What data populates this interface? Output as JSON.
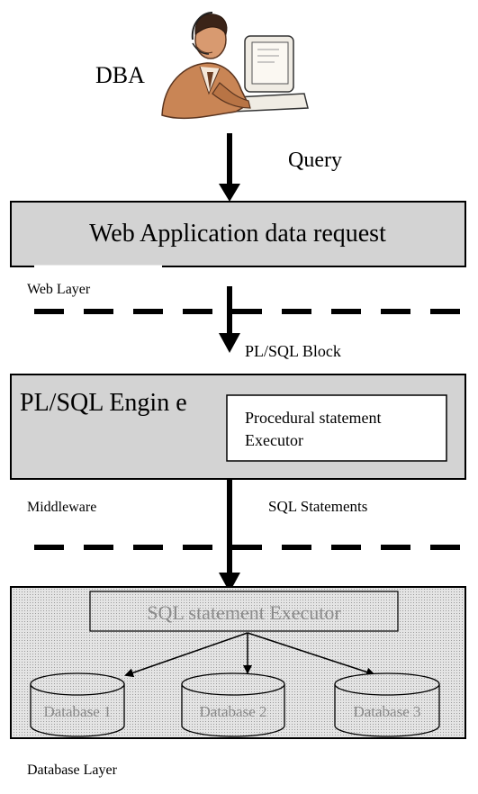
{
  "actor": {
    "label": "DBA",
    "icon": "person-at-computer-icon"
  },
  "arrows": {
    "query": "Query",
    "plsql_block": "PL/SQL Block",
    "sql_statements": "SQL Statements"
  },
  "web_app_box": {
    "label": "Web Application data request"
  },
  "layers": {
    "web": "Web Layer",
    "middleware": "Middleware",
    "database": "Database Layer"
  },
  "plsql_engine": {
    "label": "PL/SQL Engin e",
    "inner_box": {
      "line1": "Procedural statement",
      "line2": "Executor"
    }
  },
  "sql_executor": {
    "label": "SQL statement Executor"
  },
  "databases": [
    {
      "label": "Database 1"
    },
    {
      "label": "Database 2"
    },
    {
      "label": "Database 3"
    }
  ],
  "colors": {
    "box_fill": "#d3d3d3",
    "figure_skin": "#c98555",
    "dashed_line": "#000000",
    "db_text": "#8a8a8a"
  }
}
